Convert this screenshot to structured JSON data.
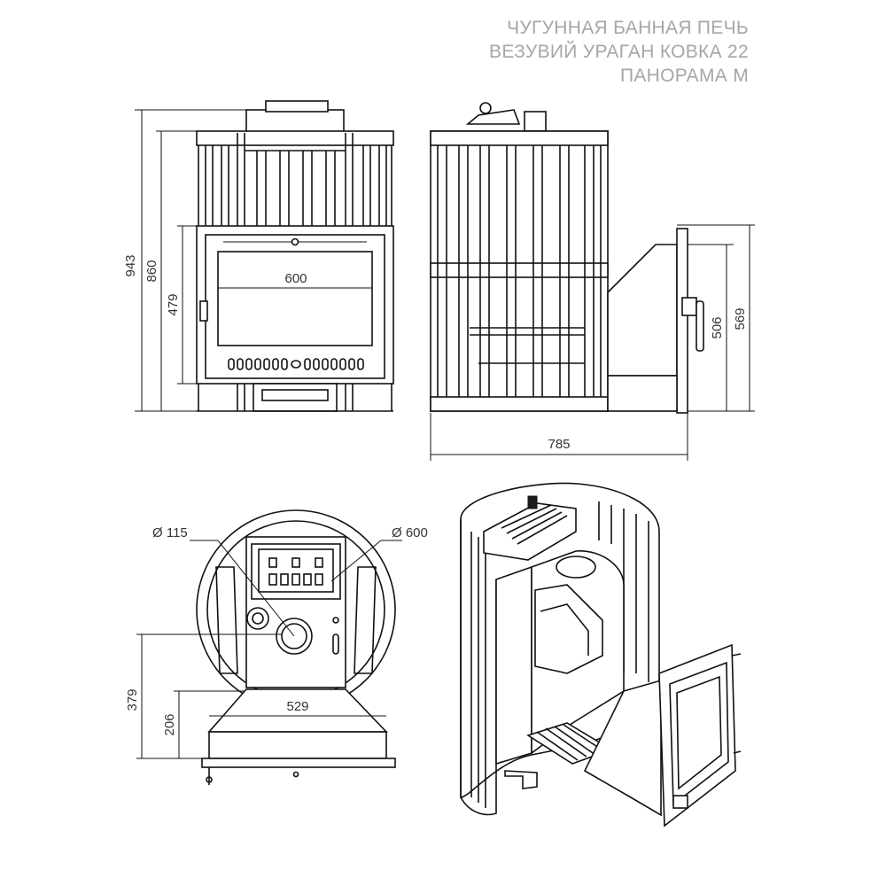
{
  "title": {
    "line1": "ЧУГУННАЯ БАННАЯ ПЕЧЬ",
    "line2": "ВЕЗУВИЙ УРАГАН КОВКА 22",
    "line3": "ПАНОРАМА М"
  },
  "dimensions": {
    "front_total_height": "943",
    "front_body_height": "860",
    "front_door_height": "479",
    "front_glass_width": "600",
    "side_total_width": "785",
    "side_tunnel_height": "506",
    "side_tunnel_total": "569",
    "chimney_diameter": "Ø 115",
    "body_diameter": "Ø 600",
    "top_width": "529",
    "top_height_379": "379",
    "top_height_206": "206"
  },
  "colors": {
    "line": "#111111",
    "title": "#a6a6a6",
    "label": "#333333"
  }
}
